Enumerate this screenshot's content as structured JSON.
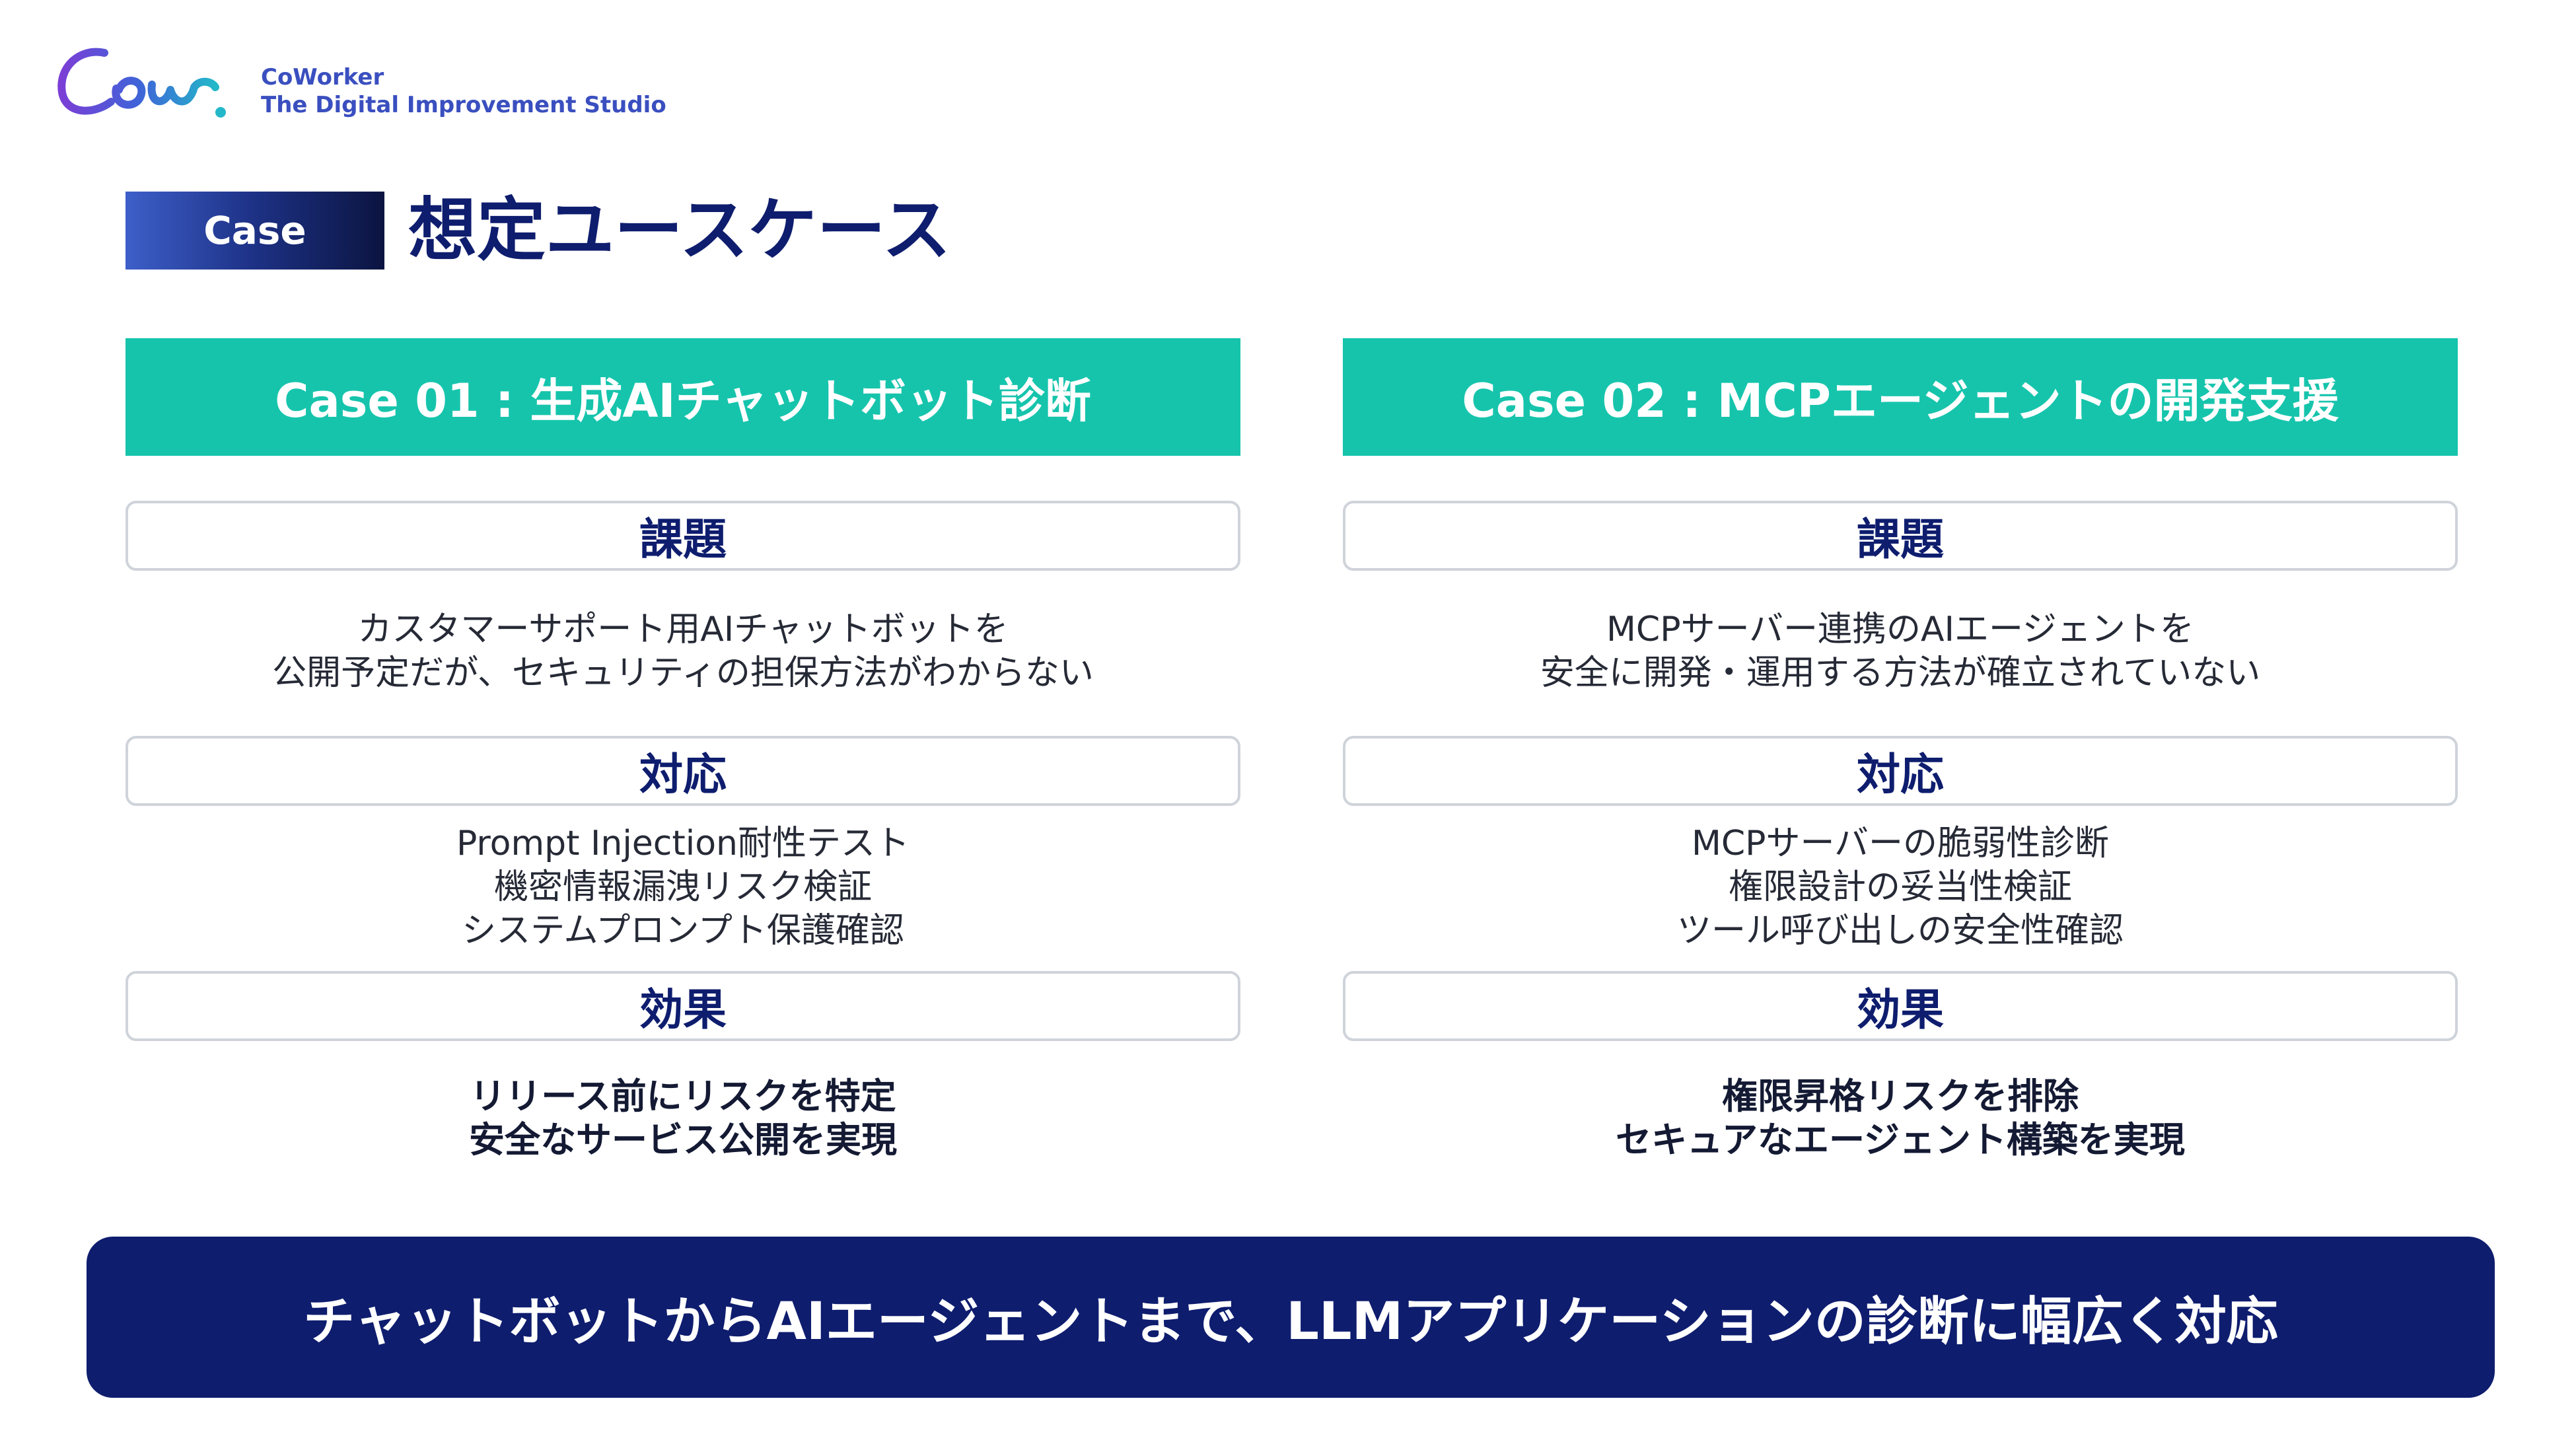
{
  "brand": {
    "name": "CoWorker",
    "tagline": "The Digital Improvement Studio",
    "logo_text": "Cow"
  },
  "heading": {
    "tag": "Case",
    "title": "想定ユースケース"
  },
  "cases": [
    {
      "title": "Case 01 : 生成AIチャットボット診断",
      "issue_label": "課題",
      "issue_lines": [
        "カスタマーサポート用AIチャットボットを",
        "公開予定だが、セキュリティの担保方法がわからない"
      ],
      "action_label": "対応",
      "action_lines": [
        "Prompt Injection耐性テスト",
        "機密情報漏洩リスク検証",
        "システムプロンプト保護確認"
      ],
      "effect_label": "効果",
      "effect_lines": [
        "リリース前にリスクを特定",
        "安全なサービス公開を実現"
      ]
    },
    {
      "title": "Case 02 : MCPエージェントの開発支援",
      "issue_label": "課題",
      "issue_lines": [
        "MCPサーバー連携のAIエージェントを",
        "安全に開発・運用する方法が確立されていない"
      ],
      "action_label": "対応",
      "action_lines": [
        "MCPサーバーの脆弱性診断",
        "権限設計の妥当性検証",
        "ツール呼び出しの安全性確認"
      ],
      "effect_label": "効果",
      "effect_lines": [
        "権限昇格リスクを排除",
        "セキュアなエージェント構築を実現"
      ]
    }
  ],
  "banner": "チャットボットからAIエージェントまで、LLMアプリケーションの診断に幅広く対応",
  "colors": {
    "navy": "#0e1d6e",
    "teal": "#16c4ac",
    "brand_blue": "#3a4fbf",
    "border": "#cfd3da"
  }
}
